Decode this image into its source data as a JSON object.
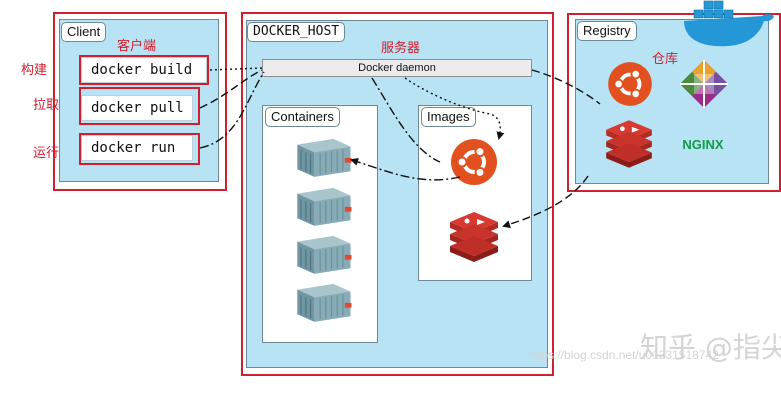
{
  "client": {
    "title": "Client",
    "label_cn": "客户端",
    "commands": [
      {
        "cmd": "docker build",
        "cn": "构建"
      },
      {
        "cmd": "docker pull",
        "cn": "拉取"
      },
      {
        "cmd": "docker run",
        "cn": "运行"
      }
    ]
  },
  "host": {
    "title": "DOCKER_HOST",
    "label_cn": "服务器",
    "daemon": "Docker daemon",
    "containers_title": "Containers",
    "images_title": "Images"
  },
  "registry": {
    "title": "Registry",
    "label_cn": "仓库",
    "nginx": "NGINX"
  },
  "watermark": {
    "zhihu": "知乎 @指尖",
    "url": "https://blog.csdn.net/u01231518742"
  },
  "colors": {
    "panel": "#b7e3f4",
    "highlight_red": "#d0202f",
    "ubuntu_orange": "#e2501f",
    "redis_red": "#c8332c",
    "nginx_green": "#0f9d46"
  },
  "icons": [
    "docker-whale-icon",
    "ubuntu-icon",
    "centos-icon",
    "redis-icon",
    "nginx-logo",
    "container-icon"
  ]
}
